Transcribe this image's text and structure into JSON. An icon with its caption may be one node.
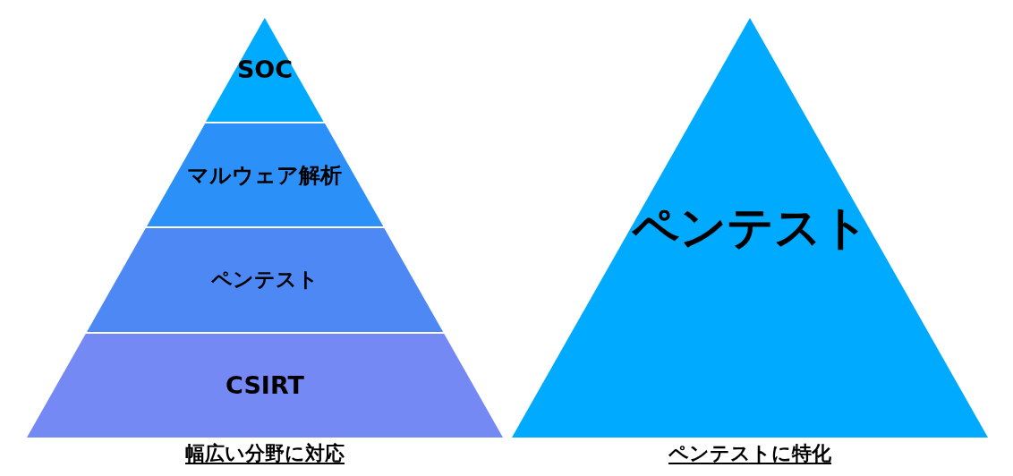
{
  "diagram": {
    "nodes": [
      {
        "text": [
          "SOC"
        ]
      },
      {
        "text": [
          "マルウェア解析"
        ]
      },
      {
        "text": [
          "ペンテスト"
        ]
      },
      {
        "text": [
          "CSIRT"
        ]
      },
      {
        "text": [
          "ペンテスト"
        ]
      }
    ],
    "labels": [
      "幅広い分野に対応",
      "ペンテストに特化"
    ]
  }
}
